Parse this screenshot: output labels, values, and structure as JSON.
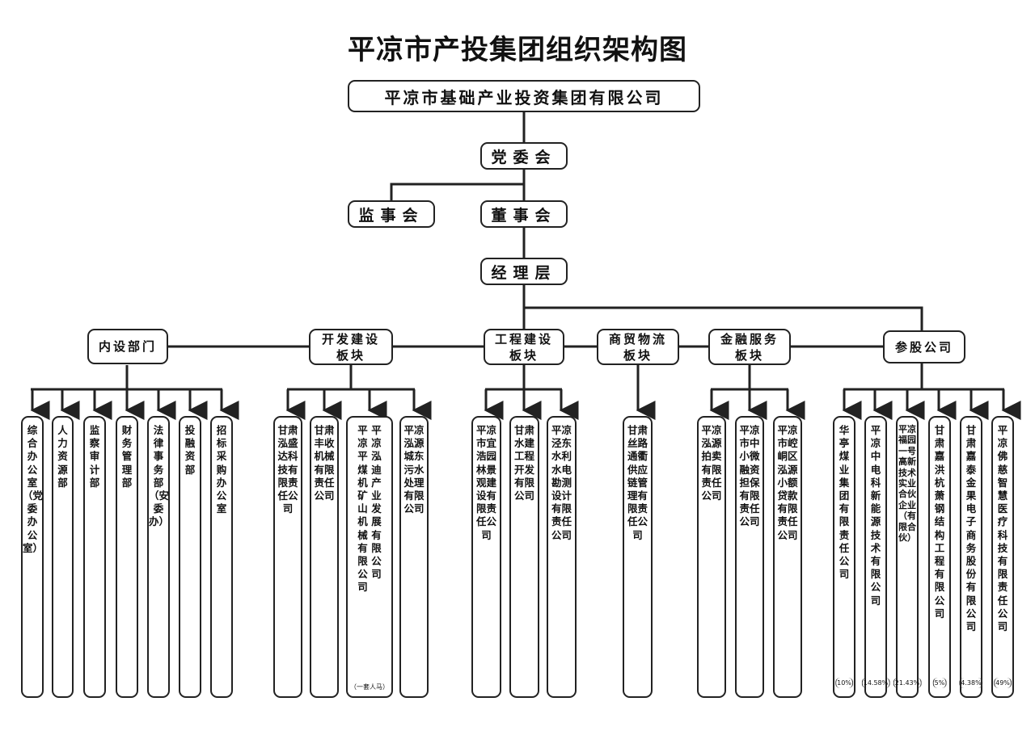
{
  "title": "平凉市产投集团组织架构图",
  "top_company": "平凉市基础产业投资集团有限公司",
  "party": "党委会",
  "supervisory": "监事会",
  "board": "董事会",
  "management": "经理层",
  "segments": {
    "internal": "内设部门",
    "dev": "开发建设板块",
    "eng": "工程建设板块",
    "trade": "商贸物流板块",
    "finance": "金融服务板块",
    "equity": "参股公司"
  },
  "internal_units": [
    "综合办公室（党委办公室）",
    "人力资源部",
    "监察审计部",
    "财务管理部",
    "法律事务部（安委办）",
    "投融资部",
    "招标采购办公室"
  ],
  "dev_units": {
    "u1": "甘肃泓盛达科技有限责任公司",
    "u2": "甘肃丰收机械有限责任公司",
    "u3a": "平凉平煤机矿山机械有限公司",
    "u3b": "平凉泓迪产业发展有限公司",
    "u3note": "（一套人马）",
    "u4": "平凉泓源城东污水处理有限公司"
  },
  "eng_units": [
    "平凉市宜浩园林景观建设有限责任公司",
    "甘肃水建工程开发有限公司",
    "平凉泾东水利水电勘测设计有限责任公司"
  ],
  "trade_units": [
    "甘肃丝路通衢供应链管理有限责任公司"
  ],
  "finance_units": [
    "平凉泓源拍卖有限责任公司",
    "平凉市中小微融资担保有限责任公司",
    "平凉市崆峒区泓源小额贷款有限责任公司"
  ],
  "equity_units": [
    {
      "name": "华亭煤业集团有限责任公司",
      "pct": "10%"
    },
    {
      "name": "平凉中电科新能源技术有限公司",
      "pct": "14.58%"
    },
    {
      "name": "平凉福园一号高新技术实业合伙企业（有限合伙）",
      "pct": "21.43%"
    },
    {
      "name": "甘肃嘉洪杭萧钢结构工程有限公司",
      "pct": "5%"
    },
    {
      "name": "甘肃嘉泰金果电子商务股份有限公司",
      "pct": "4.38%"
    },
    {
      "name": "平凉佛慈智慧医疗科技有限责任公司",
      "pct": "49%"
    }
  ]
}
